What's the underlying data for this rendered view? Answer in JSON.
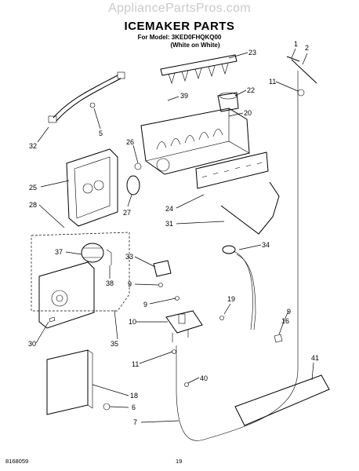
{
  "watermark": "AppliancePartsPros.com",
  "title": "ICEMAKER PARTS",
  "model_line": "For Model: 3KED0FHQKQ00",
  "variant_line": "(White on White)",
  "footer": {
    "doc_number": "8168059",
    "page_number": "19"
  },
  "callouts": [
    {
      "id": "1",
      "label": "1"
    },
    {
      "id": "2",
      "label": "2"
    },
    {
      "id": "23",
      "label": "23"
    },
    {
      "id": "11a",
      "label": "11"
    },
    {
      "id": "39",
      "label": "39"
    },
    {
      "id": "22",
      "label": "22"
    },
    {
      "id": "5",
      "label": "5"
    },
    {
      "id": "32",
      "label": "32"
    },
    {
      "id": "20",
      "label": "20"
    },
    {
      "id": "26",
      "label": "26"
    },
    {
      "id": "25",
      "label": "25"
    },
    {
      "id": "28",
      "label": "28"
    },
    {
      "id": "27",
      "label": "27"
    },
    {
      "id": "24",
      "label": "24"
    },
    {
      "id": "31",
      "label": "31"
    },
    {
      "id": "37",
      "label": "37"
    },
    {
      "id": "33",
      "label": "33"
    },
    {
      "id": "34",
      "label": "34"
    },
    {
      "id": "38",
      "label": "38"
    },
    {
      "id": "9a",
      "label": "9"
    },
    {
      "id": "9b",
      "label": "9"
    },
    {
      "id": "19",
      "label": "19"
    },
    {
      "id": "9c",
      "label": "9"
    },
    {
      "id": "10",
      "label": "10"
    },
    {
      "id": "16",
      "label": "16"
    },
    {
      "id": "30",
      "label": "30"
    },
    {
      "id": "35",
      "label": "35"
    },
    {
      "id": "11b",
      "label": "11"
    },
    {
      "id": "41",
      "label": "41"
    },
    {
      "id": "40",
      "label": "40"
    },
    {
      "id": "18",
      "label": "18"
    },
    {
      "id": "6",
      "label": "6"
    },
    {
      "id": "7",
      "label": "7"
    }
  ]
}
